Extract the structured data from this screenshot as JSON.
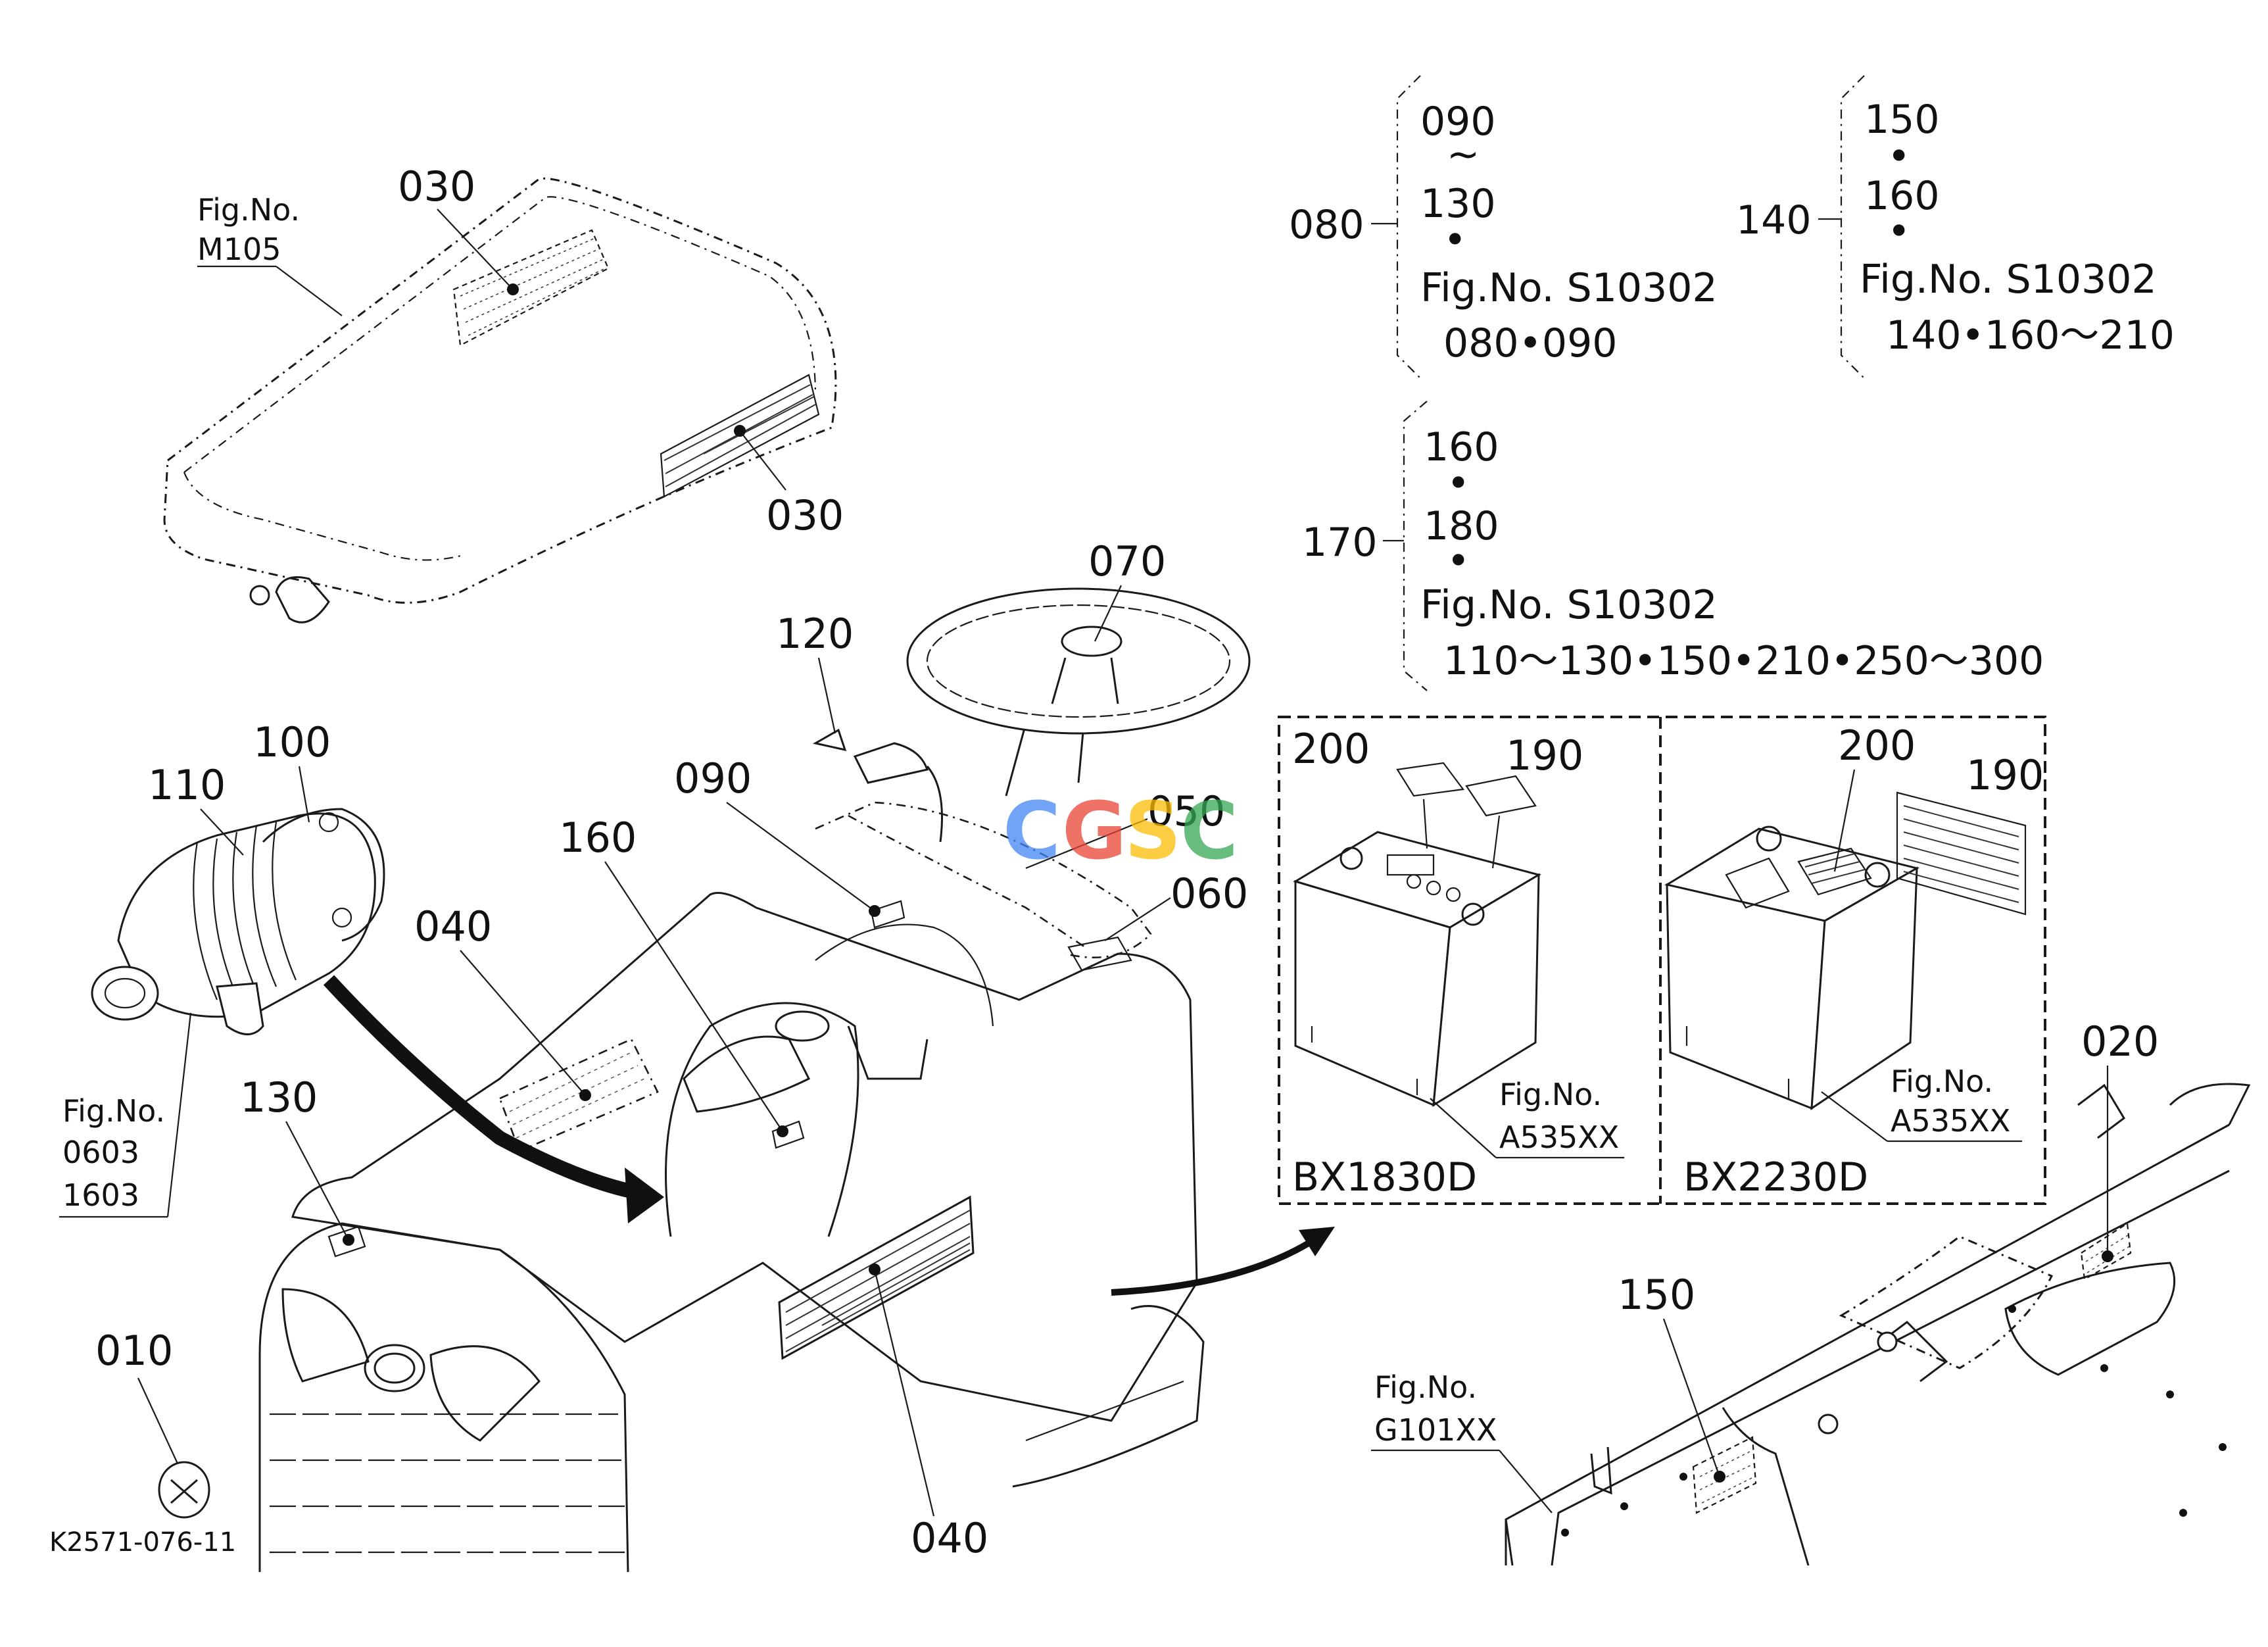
{
  "diagram_id": "K2571-076-11",
  "callouts": {
    "c010": "010",
    "c020": "020",
    "c030a": "030",
    "c030b": "030",
    "c040a": "040",
    "c040b": "040",
    "c050": "050",
    "c060": "060",
    "c070": "070",
    "c090": "090",
    "c100": "100",
    "c110": "110",
    "c120": "120",
    "c130": "130",
    "c150": "150",
    "c160": "160",
    "c190a": "190",
    "c190b": "190",
    "c200a": "200",
    "c200b": "200"
  },
  "fig_refs": {
    "hood": {
      "label": "Fig.No.",
      "number": "M105"
    },
    "air_cleaner": {
      "label": "Fig.No.",
      "line1": "0603",
      "line2": "1603"
    },
    "frame": {
      "label": "Fig.No.",
      "number": "G101XX"
    },
    "battery_a": {
      "label": "Fig.No.",
      "number": "A535XX"
    },
    "battery_b": {
      "label": "Fig.No.",
      "number": "A535XX"
    }
  },
  "groups": {
    "g080": {
      "key": "080",
      "l1": "090",
      "tilde": "~",
      "l2": "130",
      "dot": "•",
      "fig": "Fig.No.  S10302",
      "list": "080•090"
    },
    "g140": {
      "key": "140",
      "l1": "150",
      "dot1": "•",
      "l2": "160",
      "dot2": "•",
      "fig": "Fig.No.  S10302",
      "list": "140•160～210"
    },
    "g170": {
      "key": "170",
      "l1": "160",
      "dot1": "•",
      "l2": "180",
      "dot2": "•",
      "fig": "Fig.No.  S10302",
      "list": "110～130•150•210•250～300"
    }
  },
  "models": {
    "left": "BX1830D",
    "right": "BX2230D"
  },
  "watermark": {
    "c1": "C",
    "g": "G",
    "s": "S",
    "c2": "C",
    "colors": [
      "#4285F4",
      "#EA4335",
      "#FBBC05",
      "#34A853"
    ]
  }
}
